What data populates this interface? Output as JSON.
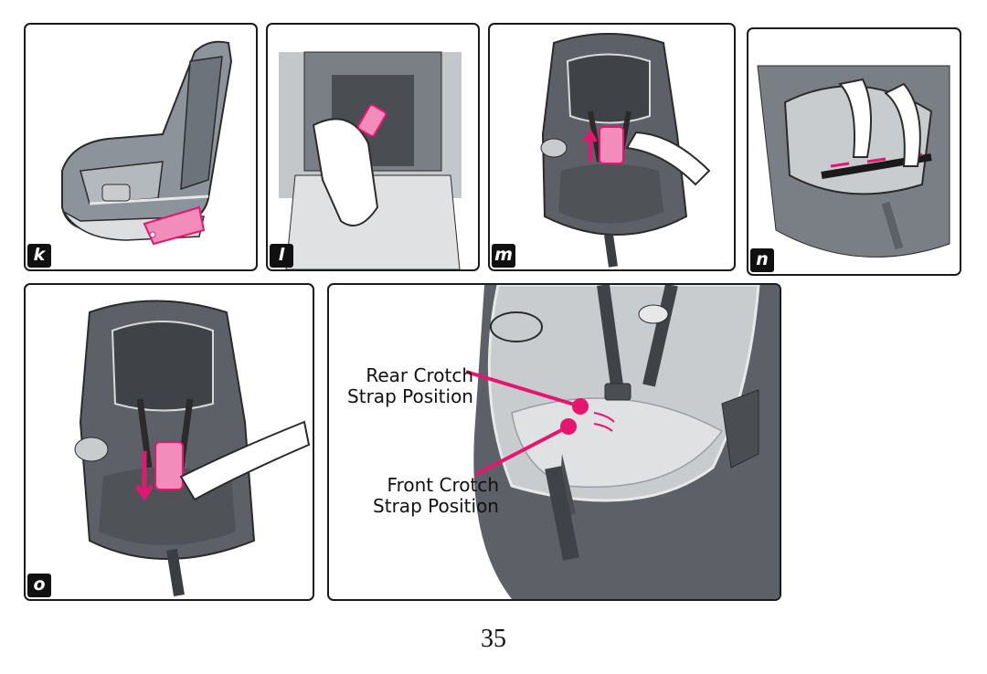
{
  "steps": [
    {
      "label": "k"
    },
    {
      "label": "l"
    },
    {
      "label": "m"
    },
    {
      "label": "n"
    },
    {
      "label": "o"
    }
  ],
  "callouts": {
    "rear_line1": "Rear Crotch",
    "rear_line2": "Strap Position",
    "front_line1": "Front Crotch",
    "front_line2": "Strap Position"
  },
  "page_number": "35",
  "colors": {
    "accent": "#e5166f",
    "highlight_pink": "#f28dbb",
    "seat_dark": "#5d6067",
    "seat_mid": "#8c939a",
    "seat_light": "#c9cccf"
  }
}
